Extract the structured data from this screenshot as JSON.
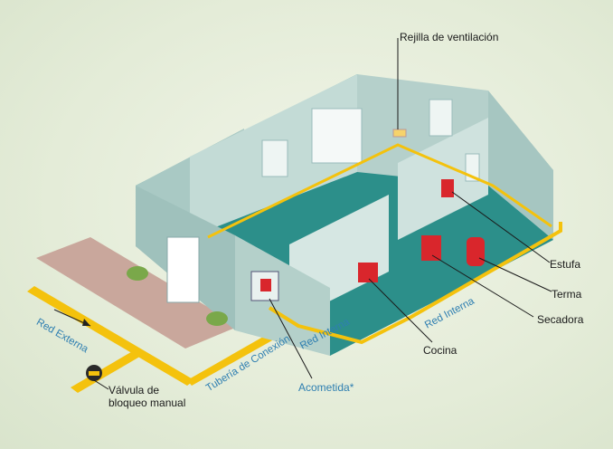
{
  "labels": {
    "rejilla": "Rejilla de ventilación",
    "estufa": "Estufa",
    "terma": "Terma",
    "secadora": "Secadora",
    "cocina": "Cocina",
    "acometida": "Acometida*",
    "valvula_line1": "Válvula de",
    "valvula_line2": "bloqueo manual",
    "red_externa": "Red Externa",
    "tuberia_conexion": "Tubería de Conexión",
    "red_interna_1": "Red Interna",
    "red_interna_2": "Red Interna"
  },
  "colors": {
    "pipe": "#f4c20d",
    "appliance": "#d9262c",
    "wall": "#b9d3ce",
    "floor": "#2c8f8a",
    "label_blue": "#2f7fb1"
  }
}
